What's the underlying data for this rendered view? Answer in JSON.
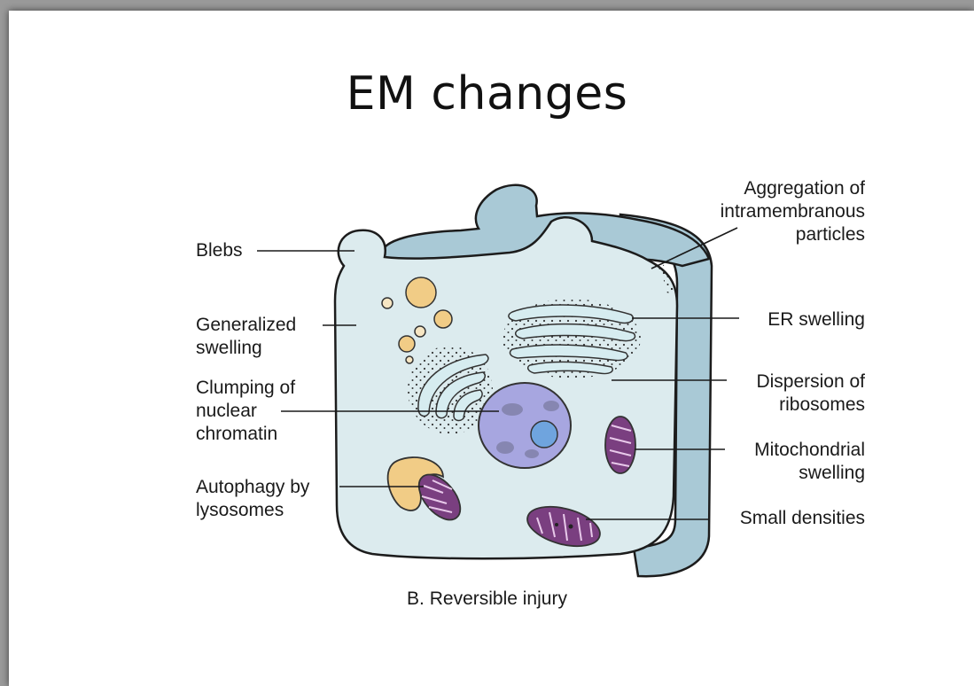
{
  "title": "EM changes",
  "caption": "B. Reversible injury",
  "labels": {
    "blebs": "Blebs",
    "generalized_1": "Generalized",
    "generalized_2": "swelling",
    "clumping_1": "Clumping of",
    "clumping_2": "nuclear",
    "clumping_3": "chromatin",
    "autophagy_1": "Autophagy by",
    "autophagy_2": "lysosomes",
    "aggregation_1": "Aggregation of",
    "aggregation_2": "intramembranous",
    "aggregation_3": "particles",
    "er_swelling": "ER swelling",
    "dispersion_1": "Dispersion of",
    "dispersion_2": "ribosomes",
    "mito_1": "Mitochondrial",
    "mito_2": "swelling",
    "small_densities": "Small densities"
  },
  "colors": {
    "cell_fill": "#dcebee",
    "membrane": "#a9c9d6",
    "outline": "#1c1c1c",
    "nucleus": "#a7a6e0",
    "nucleolus": "#6fa4de",
    "vesicle": "#f1cc86",
    "mitochondrion": "#7a3f80"
  }
}
